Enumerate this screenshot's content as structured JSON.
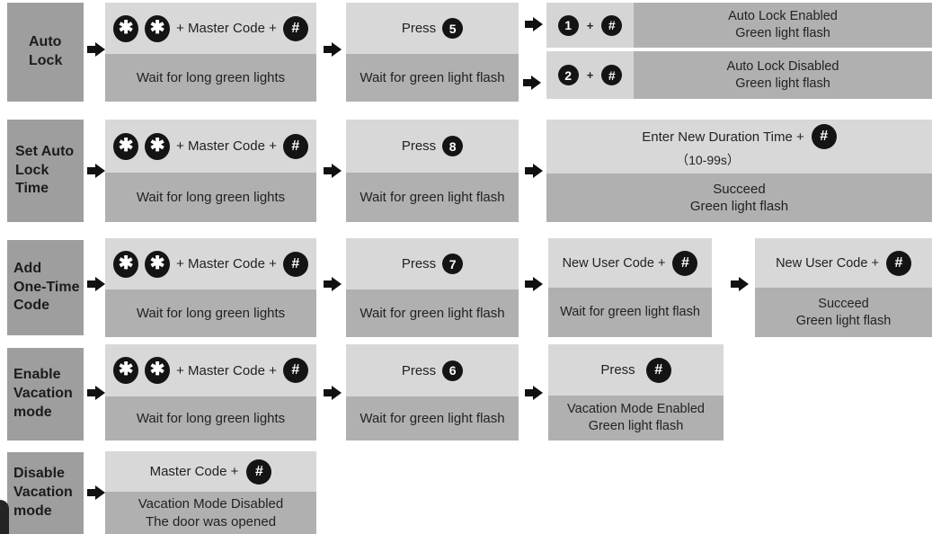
{
  "colors": {
    "box_top": "#d8d8d8",
    "box_bottom": "#b0b0b0",
    "label_box": "#9e9e9e",
    "key_bg": "#141414",
    "arrow": "#111111"
  },
  "rows": [
    {
      "label": "Auto\nLock",
      "box1": {
        "key_a": "✱",
        "key_b": "✱",
        "mid": "+ Master Code +",
        "key_c": "#",
        "bottom": "Wait for long green lights"
      },
      "box2": {
        "press": "Press",
        "key": "5",
        "bottom": "Wait for green light flash"
      },
      "optionA": {
        "key1": "1",
        "plus": "+",
        "key2": "#",
        "result": "Auto Lock Enabled\nGreen light flash"
      },
      "optionB": {
        "key1": "2",
        "plus": "+",
        "key2": "#",
        "result": "Auto Lock Disabled\nGreen light flash"
      }
    },
    {
      "label": "Set Auto\nLock Time",
      "box1": {
        "key_a": "✱",
        "key_b": "✱",
        "mid": "+ Master Code +",
        "key_c": "#",
        "bottom": "Wait for long green lights"
      },
      "box2": {
        "press": "Press",
        "key": "8",
        "bottom": "Wait for green light flash"
      },
      "box3": {
        "line1": "Enter New Duration Time +",
        "key": "#",
        "line2": "（10-99s）",
        "bottom": "Succeed\nGreen light flash"
      }
    },
    {
      "label": "Add\nOne-Time\nCode",
      "box1": {
        "key_a": "✱",
        "key_b": "✱",
        "mid": "+ Master Code +",
        "key_c": "#",
        "bottom": "Wait for long green lights"
      },
      "box2": {
        "press": "Press",
        "key": "7",
        "bottom": "Wait for green light flash"
      },
      "box3": {
        "text": "New User Code +",
        "key": "#",
        "bottom": "Wait for green light flash"
      },
      "box4": {
        "text": "New User Code +",
        "key": "#",
        "bottom": "Succeed\nGreen light flash"
      }
    },
    {
      "label": "Enable\nVacation\nmode",
      "box1": {
        "key_a": "✱",
        "key_b": "✱",
        "mid": "+ Master Code +",
        "key_c": "#",
        "bottom": "Wait for long green lights"
      },
      "box2": {
        "press": "Press",
        "key": "6",
        "bottom": "Wait for green light flash"
      },
      "box3": {
        "text": "Press",
        "key": "#",
        "bottom": "Vacation Mode Enabled\nGreen light flash"
      }
    },
    {
      "label": "Disable\nVacation\nmode",
      "box1": {
        "text": "Master Code +",
        "key": "#",
        "bottom": "Vacation Mode Disabled\nThe door was opened"
      }
    }
  ]
}
